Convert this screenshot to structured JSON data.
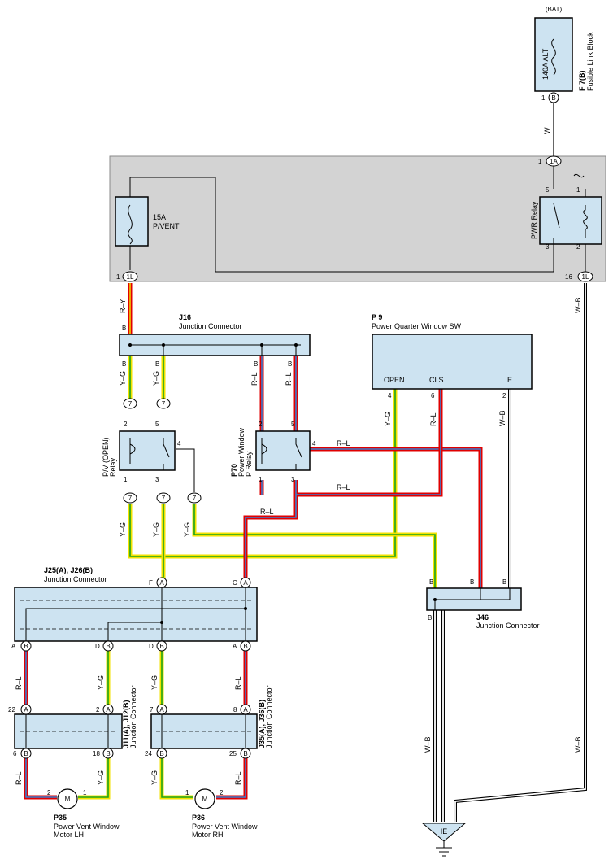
{
  "labels": {
    "bat": "(BAT)",
    "alt_fuse": "140A ALT",
    "f7_code": "F 7(B)",
    "f7_name": "Fusible Link Block",
    "fuse15_amp": "15A",
    "fuse15_name": "P/VENT",
    "pwr_relay": "PWR Relay",
    "j16_code": "J16",
    "j16_name": "Junction Connector",
    "p9_code": "P 9",
    "p9_name": "Power Quarter Window SW",
    "p9_open": "OPEN",
    "p9_cls": "CLS",
    "p9_e": "E",
    "pv_relay_1": "P/V (OPEN)",
    "pv_relay_2": "Relay",
    "p70_code": "P70",
    "p70_name_1": "Power Window",
    "p70_name_2": "P Relay",
    "j25_code": "J25(A), J26(B)",
    "j25_name": "Junction Connector",
    "j46_code": "J46",
    "j46_name": "Junction Connector",
    "j11_code": "J11(A), J12(B)",
    "j11_name": "Junction Connector",
    "j35_code": "J35(A), J36(B)",
    "j35_name": "Junction Connector",
    "p35_code": "P35",
    "p35_name_1": "Power Vent Window",
    "p35_name_2": "Motor LH",
    "p36_code": "P36",
    "p36_name_1": "Power Vent Window",
    "p36_name_2": "Motor RH",
    "ground": "IE",
    "motor": "M"
  },
  "wires": {
    "w": "W",
    "ry": "R–Y",
    "yg": "Y–G",
    "rl": "R–L",
    "wb": "W–B"
  },
  "pins": {
    "b": "B",
    "a": "A",
    "c": "C",
    "d": "D",
    "e": "E",
    "f": "F",
    "onea": "1A",
    "onel": "1L",
    "seven": "7",
    "n1": "1",
    "n2": "2",
    "n3": "3",
    "n4": "4",
    "n5": "5",
    "n6": "6",
    "n7": "7",
    "n8": "8",
    "n16": "16",
    "n18": "18",
    "n22": "22",
    "n24": "24",
    "n25": "25"
  }
}
